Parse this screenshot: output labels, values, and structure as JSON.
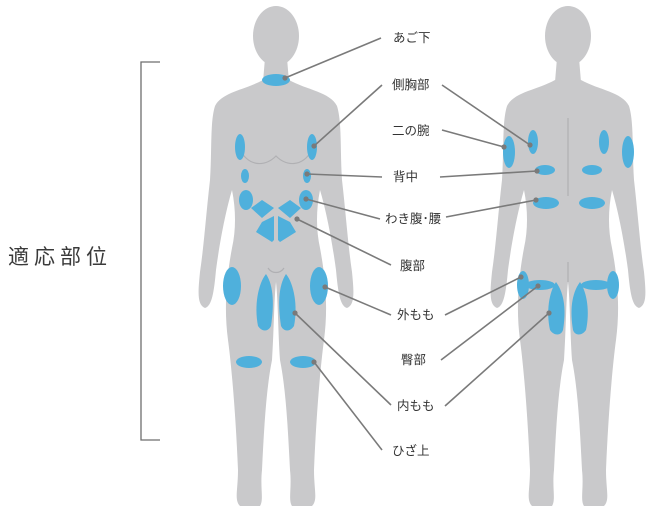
{
  "title": "適応部位",
  "colors": {
    "zone": "#4fb0dc",
    "body": "#c9c9cb",
    "line": "#7a7a7a"
  },
  "labels": {
    "chin": "あご下",
    "side_chest": "側胸部",
    "upper_arm": "二の腕",
    "back": "背中",
    "flank_waist": "わき腹･腰",
    "abdomen": "腹部",
    "outer_thigh": "外もも",
    "buttocks": "臀部",
    "inner_thigh": "内もも",
    "above_knee": "ひざ上"
  }
}
